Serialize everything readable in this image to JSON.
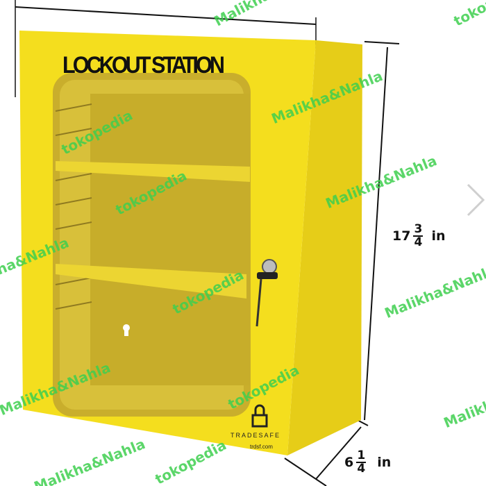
{
  "product": {
    "label": "LOCKOUT STATION",
    "brand": "TRADESAFE",
    "brand_url": "trdsf.com",
    "colors": {
      "body": "#f2dc1c",
      "side": "#e3c914",
      "window": "#c9b02a",
      "shelf": "#ead22a"
    }
  },
  "dimensions": {
    "height": {
      "whole": "17",
      "num": "3",
      "den": "4",
      "unit": "in"
    },
    "depth": {
      "whole": "6",
      "num": "1",
      "den": "4",
      "unit": "in"
    }
  },
  "watermarks": [
    "tokopedia",
    "Malikha&Nahla"
  ],
  "watermark_color": "#3fcf4f",
  "navigation": {
    "next_icon": "chevron-right-icon"
  }
}
